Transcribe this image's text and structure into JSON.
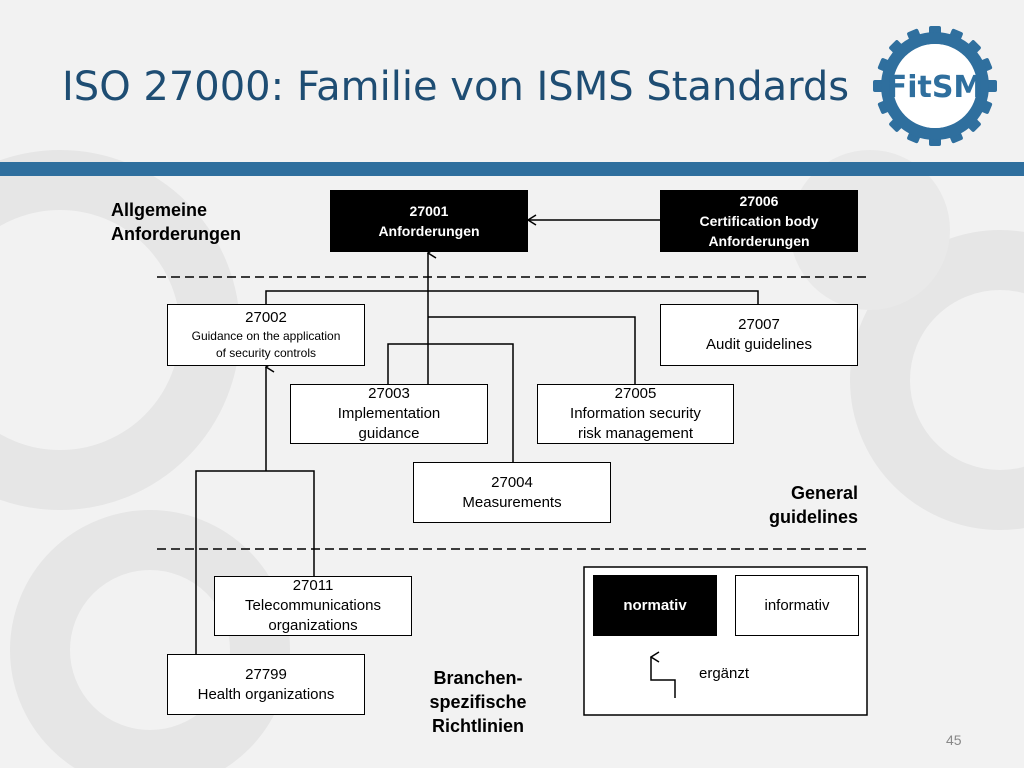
{
  "title": "ISO 27000: Familie von ISMS Standards",
  "logo_text": "FitSM",
  "page_number": "45",
  "colors": {
    "title": "#1e4d73",
    "bar": "#2f6f9e",
    "logo": "#2f6f9e"
  },
  "labels": {
    "general_req_1": "Allgemeine",
    "general_req_2": "Anforderungen",
    "general_guide_1": "General",
    "general_guide_2": "guidelines",
    "sector_1": "Branchen-",
    "sector_2": "spezifische",
    "sector_3": "Richtlinien"
  },
  "nodes": {
    "n27001": {
      "id": "27001",
      "line1": "Anforderungen"
    },
    "n27006": {
      "id": "27006",
      "line1": "Certification body",
      "line2": "Anforderungen"
    },
    "n27002": {
      "id": "27002",
      "line1": "Guidance on the application",
      "line2": "of security controls"
    },
    "n27007": {
      "id": "27007",
      "line1": "Audit guidelines"
    },
    "n27003": {
      "id": "27003",
      "line1": "Implementation",
      "line2": "guidance"
    },
    "n27005": {
      "id": "27005",
      "line1": "Information security",
      "line2": "risk management"
    },
    "n27004": {
      "id": "27004",
      "line1": "Measurements"
    },
    "n27011": {
      "id": "27011",
      "line1": "Telecommunications",
      "line2": "organizations"
    },
    "n27799": {
      "id": "27799",
      "line1": "Health organizations"
    }
  },
  "legend": {
    "normativ": "normativ",
    "informativ": "informativ",
    "ergaenzt": "ergänzt"
  }
}
